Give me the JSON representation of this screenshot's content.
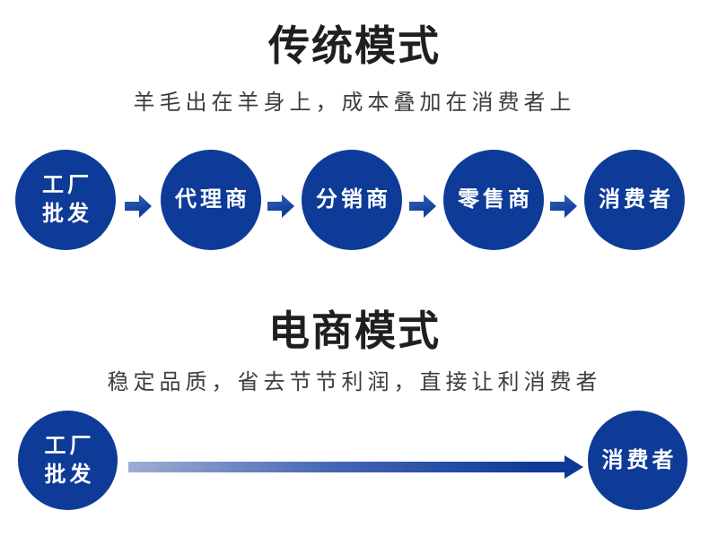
{
  "colors": {
    "node_blue": "#0d3b97",
    "arrow_blue": "#1243a2",
    "bar_gradient_start": "#9fadd2",
    "bar_gradient_end": "#0d3a99",
    "title_text": "#1f1f1f",
    "subtitle_text": "#3d3d3d",
    "node_label_text": "#ffffff",
    "background": "#ffffff"
  },
  "traditional": {
    "title": "传统模式",
    "subtitle": "羊毛出在羊身上，成本叠加在消费者上",
    "nodes": [
      {
        "line1": "工厂",
        "line2": "批发"
      },
      {
        "line1": "代理商"
      },
      {
        "line1": "分销商"
      },
      {
        "line1": "零售商"
      },
      {
        "line1": "消费者"
      }
    ]
  },
  "ecommerce": {
    "title": "电商模式",
    "subtitle": "稳定品质，省去节节利润，直接让利消费者",
    "nodes": [
      {
        "line1": "工厂",
        "line2": "批发"
      },
      {
        "line1": "消费者"
      }
    ]
  }
}
